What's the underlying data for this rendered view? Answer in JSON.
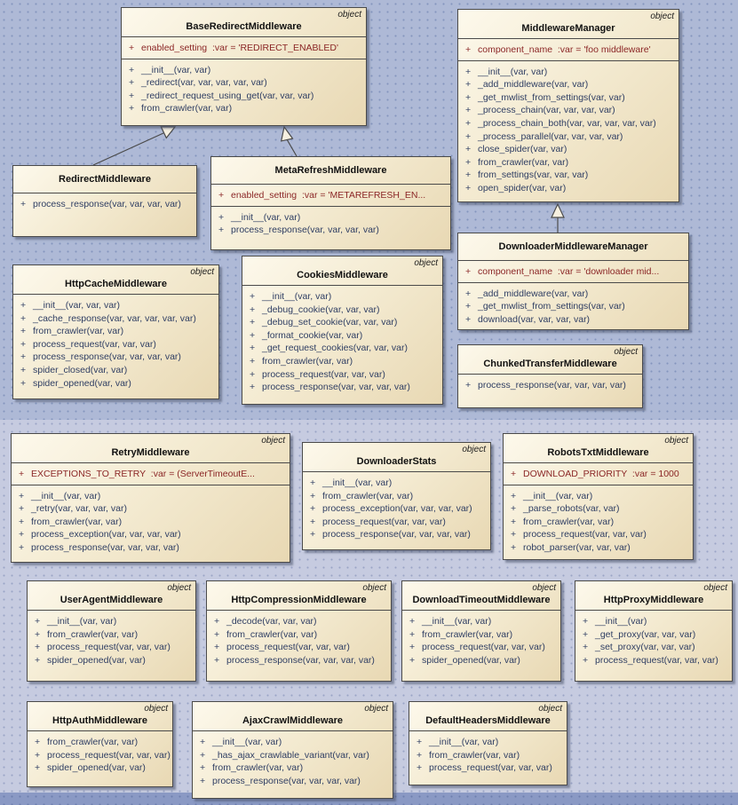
{
  "diagram": {
    "stereotype_label": "object",
    "classes": [
      {
        "name": "BaseRedirectMiddleware",
        "stereotype": "object",
        "attributes": [
          {
            "vis": "+",
            "sig": "enabled_setting  :var = 'REDIRECT_ENABLED'"
          }
        ],
        "methods": [
          {
            "vis": "+",
            "sig": "__init__(var, var)"
          },
          {
            "vis": "+",
            "sig": "_redirect(var, var, var, var, var)"
          },
          {
            "vis": "+",
            "sig": "_redirect_request_using_get(var, var, var)"
          },
          {
            "vis": "+",
            "sig": "from_crawler(var, var)"
          }
        ]
      },
      {
        "name": "MiddlewareManager",
        "stereotype": "object",
        "attributes": [
          {
            "vis": "+",
            "sig": "component_name  :var = 'foo middleware'"
          }
        ],
        "methods": [
          {
            "vis": "+",
            "sig": "__init__(var, var)"
          },
          {
            "vis": "+",
            "sig": "_add_middleware(var, var)"
          },
          {
            "vis": "+",
            "sig": "_get_mwlist_from_settings(var, var)"
          },
          {
            "vis": "+",
            "sig": "_process_chain(var, var, var, var)"
          },
          {
            "vis": "+",
            "sig": "_process_chain_both(var, var, var, var, var)"
          },
          {
            "vis": "+",
            "sig": "_process_parallel(var, var, var, var)"
          },
          {
            "vis": "+",
            "sig": "close_spider(var, var)"
          },
          {
            "vis": "+",
            "sig": "from_crawler(var, var)"
          },
          {
            "vis": "+",
            "sig": "from_settings(var, var, var)"
          },
          {
            "vis": "+",
            "sig": "open_spider(var, var)"
          }
        ]
      },
      {
        "name": "RedirectMiddleware",
        "stereotype": "",
        "attributes": [],
        "methods": [
          {
            "vis": "+",
            "sig": "process_response(var, var, var, var)"
          }
        ]
      },
      {
        "name": "MetaRefreshMiddleware",
        "stereotype": "",
        "attributes": [
          {
            "vis": "+",
            "sig": "enabled_setting  :var = 'METAREFRESH_EN..."
          }
        ],
        "methods": [
          {
            "vis": "+",
            "sig": "__init__(var, var)"
          },
          {
            "vis": "+",
            "sig": "process_response(var, var, var, var)"
          }
        ]
      },
      {
        "name": "DownloaderMiddlewareManager",
        "stereotype": "",
        "attributes": [
          {
            "vis": "+",
            "sig": "component_name  :var = 'downloader mid..."
          }
        ],
        "methods": [
          {
            "vis": "+",
            "sig": "_add_middleware(var, var)"
          },
          {
            "vis": "+",
            "sig": "_get_mwlist_from_settings(var, var)"
          },
          {
            "vis": "+",
            "sig": "download(var, var, var, var)"
          }
        ]
      },
      {
        "name": "HttpCacheMiddleware",
        "stereotype": "object",
        "attributes": [],
        "methods": [
          {
            "vis": "+",
            "sig": "__init__(var, var, var)"
          },
          {
            "vis": "+",
            "sig": "_cache_response(var, var, var, var, var)"
          },
          {
            "vis": "+",
            "sig": "from_crawler(var, var)"
          },
          {
            "vis": "+",
            "sig": "process_request(var, var, var)"
          },
          {
            "vis": "+",
            "sig": "process_response(var, var, var, var)"
          },
          {
            "vis": "+",
            "sig": "spider_closed(var, var)"
          },
          {
            "vis": "+",
            "sig": "spider_opened(var, var)"
          }
        ]
      },
      {
        "name": "CookiesMiddleware",
        "stereotype": "object",
        "attributes": [],
        "methods": [
          {
            "vis": "+",
            "sig": "__init__(var, var)"
          },
          {
            "vis": "+",
            "sig": "_debug_cookie(var, var, var)"
          },
          {
            "vis": "+",
            "sig": "_debug_set_cookie(var, var, var)"
          },
          {
            "vis": "+",
            "sig": "_format_cookie(var, var)"
          },
          {
            "vis": "+",
            "sig": "_get_request_cookies(var, var, var)"
          },
          {
            "vis": "+",
            "sig": "from_crawler(var, var)"
          },
          {
            "vis": "+",
            "sig": "process_request(var, var, var)"
          },
          {
            "vis": "+",
            "sig": "process_response(var, var, var, var)"
          }
        ]
      },
      {
        "name": "ChunkedTransferMiddleware",
        "stereotype": "object",
        "attributes": [],
        "methods": [
          {
            "vis": "+",
            "sig": "process_response(var, var, var, var)"
          }
        ]
      },
      {
        "name": "RetryMiddleware",
        "stereotype": "object",
        "attributes": [
          {
            "vis": "+",
            "sig": "EXCEPTIONS_TO_RETRY  :var = (ServerTimeoutE..."
          }
        ],
        "methods": [
          {
            "vis": "+",
            "sig": "__init__(var, var)"
          },
          {
            "vis": "+",
            "sig": "_retry(var, var, var, var)"
          },
          {
            "vis": "+",
            "sig": "from_crawler(var, var)"
          },
          {
            "vis": "+",
            "sig": "process_exception(var, var, var, var)"
          },
          {
            "vis": "+",
            "sig": "process_response(var, var, var, var)"
          }
        ]
      },
      {
        "name": "DownloaderStats",
        "stereotype": "object",
        "attributes": [],
        "methods": [
          {
            "vis": "+",
            "sig": "__init__(var, var)"
          },
          {
            "vis": "+",
            "sig": "from_crawler(var, var)"
          },
          {
            "vis": "+",
            "sig": "process_exception(var, var, var, var)"
          },
          {
            "vis": "+",
            "sig": "process_request(var, var, var)"
          },
          {
            "vis": "+",
            "sig": "process_response(var, var, var, var)"
          }
        ]
      },
      {
        "name": "RobotsTxtMiddleware",
        "stereotype": "object",
        "attributes": [
          {
            "vis": "+",
            "sig": "DOWNLOAD_PRIORITY  :var = 1000"
          }
        ],
        "methods": [
          {
            "vis": "+",
            "sig": "__init__(var, var)"
          },
          {
            "vis": "+",
            "sig": "_parse_robots(var, var)"
          },
          {
            "vis": "+",
            "sig": "from_crawler(var, var)"
          },
          {
            "vis": "+",
            "sig": "process_request(var, var, var)"
          },
          {
            "vis": "+",
            "sig": "robot_parser(var, var, var)"
          }
        ]
      },
      {
        "name": "UserAgentMiddleware",
        "stereotype": "object",
        "attributes": [],
        "methods": [
          {
            "vis": "+",
            "sig": "__init__(var, var)"
          },
          {
            "vis": "+",
            "sig": "from_crawler(var, var)"
          },
          {
            "vis": "+",
            "sig": "process_request(var, var, var)"
          },
          {
            "vis": "+",
            "sig": "spider_opened(var, var)"
          }
        ]
      },
      {
        "name": "HttpCompressionMiddleware",
        "stereotype": "object",
        "attributes": [],
        "methods": [
          {
            "vis": "+",
            "sig": "_decode(var, var, var)"
          },
          {
            "vis": "+",
            "sig": "from_crawler(var, var)"
          },
          {
            "vis": "+",
            "sig": "process_request(var, var, var)"
          },
          {
            "vis": "+",
            "sig": "process_response(var, var, var, var)"
          }
        ]
      },
      {
        "name": "DownloadTimeoutMiddleware",
        "stereotype": "object",
        "attributes": [],
        "methods": [
          {
            "vis": "+",
            "sig": "__init__(var, var)"
          },
          {
            "vis": "+",
            "sig": "from_crawler(var, var)"
          },
          {
            "vis": "+",
            "sig": "process_request(var, var, var)"
          },
          {
            "vis": "+",
            "sig": "spider_opened(var, var)"
          }
        ]
      },
      {
        "name": "HttpProxyMiddleware",
        "stereotype": "object",
        "attributes": [],
        "methods": [
          {
            "vis": "+",
            "sig": "__init__(var)"
          },
          {
            "vis": "+",
            "sig": "_get_proxy(var, var, var)"
          },
          {
            "vis": "+",
            "sig": "_set_proxy(var, var, var)"
          },
          {
            "vis": "+",
            "sig": "process_request(var, var, var)"
          }
        ]
      },
      {
        "name": "HttpAuthMiddleware",
        "stereotype": "object",
        "attributes": [],
        "methods": [
          {
            "vis": "+",
            "sig": "from_crawler(var, var)"
          },
          {
            "vis": "+",
            "sig": "process_request(var, var, var)"
          },
          {
            "vis": "+",
            "sig": "spider_opened(var, var)"
          }
        ]
      },
      {
        "name": "AjaxCrawlMiddleware",
        "stereotype": "object",
        "attributes": [],
        "methods": [
          {
            "vis": "+",
            "sig": "__init__(var, var)"
          },
          {
            "vis": "+",
            "sig": "_has_ajax_crawlable_variant(var, var)"
          },
          {
            "vis": "+",
            "sig": "from_crawler(var, var)"
          },
          {
            "vis": "+",
            "sig": "process_response(var, var, var, var)"
          }
        ]
      },
      {
        "name": "DefaultHeadersMiddleware",
        "stereotype": "object",
        "attributes": [],
        "methods": [
          {
            "vis": "+",
            "sig": "__init__(var, var)"
          },
          {
            "vis": "+",
            "sig": "from_crawler(var, var)"
          },
          {
            "vis": "+",
            "sig": "process_request(var, var, var)"
          }
        ]
      }
    ],
    "relationships": [
      {
        "type": "generalization",
        "from": "RedirectMiddleware",
        "to": "BaseRedirectMiddleware"
      },
      {
        "type": "generalization",
        "from": "MetaRefreshMiddleware",
        "to": "BaseRedirectMiddleware"
      },
      {
        "type": "generalization",
        "from": "DownloaderMiddlewareManager",
        "to": "MiddlewareManager"
      }
    ],
    "colors": {
      "attribute_text": "#8b2626",
      "method_text": "#2f3e63",
      "box_fill_light": "#fdf9ec",
      "box_fill_dark": "#e8d8b3",
      "box_border": "#4a4a4a",
      "canvas_top": "#aeb9d6",
      "canvas_mid": "#c6cbe0",
      "canvas_strip": "#8a99c4"
    }
  }
}
